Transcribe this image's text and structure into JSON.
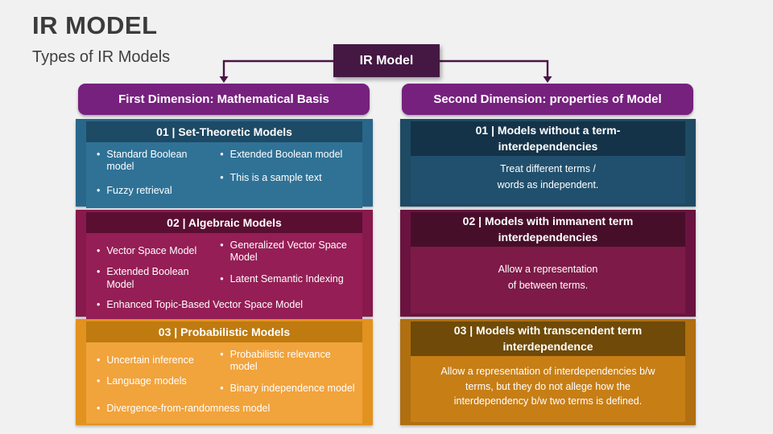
{
  "slide": {
    "title": "IR MODEL",
    "subtitle": "Types of IR Models",
    "root_node_label": "IR Model"
  },
  "colors": {
    "background": "#F1F1F2",
    "title_text": "#3B3B3B",
    "root_node_bg": "#441843",
    "connector": "#4A1545",
    "dimension_header_bg": "#76217E",
    "left_boxes": [
      {
        "outer": "#29678A",
        "header": "#1D4A64",
        "body": "#2F7296"
      },
      {
        "outer": "#87194D",
        "header": "#5A0E31",
        "body": "#951E56"
      },
      {
        "outer": "#E2921E",
        "header": "#BF7A10",
        "body": "#F1A33C"
      }
    ],
    "right_boxes": [
      {
        "outer": "#1E4A63",
        "header": "#143349",
        "body": "#21506E"
      },
      {
        "outer": "#6B1340",
        "header": "#470E2A",
        "body": "#7D1A47"
      },
      {
        "outer": "#B06F10",
        "header": "#6F4A08",
        "body": "#C77E15"
      }
    ]
  },
  "columns": [
    {
      "header": "First Dimension: Mathematical Basis",
      "boxes": [
        {
          "title": "01 | Set-Theoretic Models",
          "col1": [
            "Standard Boolean model",
            "Fuzzy retrieval"
          ],
          "col2": [
            "Extended Boolean model",
            "This is a sample text"
          ]
        },
        {
          "title": "02 | Algebraic Models",
          "col1": [
            "Vector Space Model",
            "Extended Boolean Model"
          ],
          "col2": [
            "Generalized Vector Space Model",
            "Latent Semantic Indexing"
          ],
          "full": "Enhanced Topic-Based Vector Space Model"
        },
        {
          "title": "03 | Probabilistic Models",
          "col1": [
            "Uncertain inference",
            "Language models"
          ],
          "col2": [
            "Probabilistic relevance model",
            "Binary independence model"
          ],
          "full": "Divergence-from-randomness model"
        }
      ]
    },
    {
      "header": "Second Dimension: properties of Model",
      "boxes": [
        {
          "title_lines": [
            "01 | Models without a term-",
            "interdependencies"
          ],
          "body_lines": [
            "Treat different terms /",
            "words as independent."
          ]
        },
        {
          "title_lines": [
            "02 | Models with immanent term",
            "interdependencies"
          ],
          "body_lines": [
            "Allow a representation",
            "of between terms."
          ]
        },
        {
          "title_lines": [
            "03 | Models with transcendent term",
            "interdependence"
          ],
          "body_lines": [
            "Allow a representation of interdependencies b/w",
            "terms, but they do not allege how the",
            "interdependency b/w two terms is defined."
          ]
        }
      ]
    }
  ]
}
